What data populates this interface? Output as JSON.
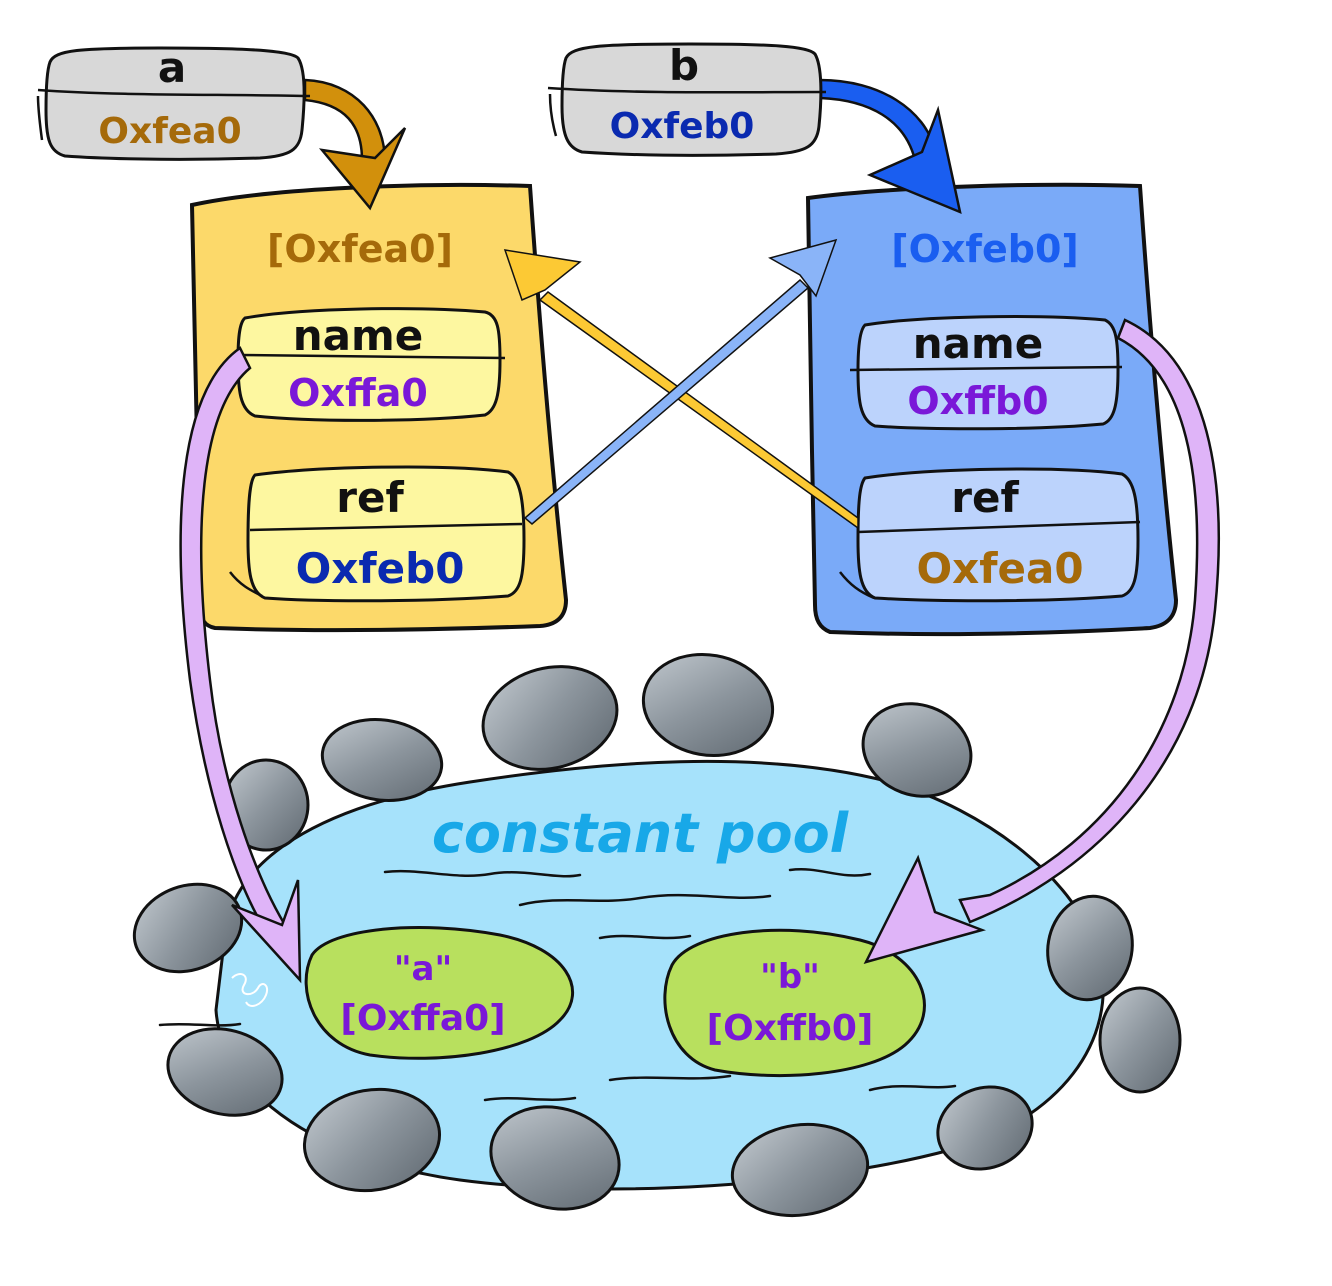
{
  "variables": [
    {
      "id": "a",
      "name": "a",
      "value": "Oxfea0"
    },
    {
      "id": "b",
      "name": "b",
      "value": "Oxfeb0"
    }
  ],
  "objects": [
    {
      "id": "obj-a",
      "address_label": "[Oxfea0]",
      "fields": [
        {
          "name": "name",
          "value": "Oxffa0"
        },
        {
          "name": "ref",
          "value": "Oxfeb0"
        }
      ]
    },
    {
      "id": "obj-b",
      "address_label": "[Oxfeb0]",
      "fields": [
        {
          "name": "name",
          "value": "Oxffb0"
        },
        {
          "name": "ref",
          "value": "Oxfea0"
        }
      ]
    }
  ],
  "pool": {
    "title": "constant pool",
    "entries": [
      {
        "literal": "\"a\"",
        "address": "[Oxffa0]"
      },
      {
        "literal": "\"b\"",
        "address": "[Oxffb0]"
      }
    ]
  },
  "colors": {
    "obj_a_fill": "#fcd96a",
    "obj_b_fill": "#7aaaf8",
    "field_a_fill": "#fdf7a0",
    "field_b_fill": "#bcd3fc",
    "brown_text": "#a56a0a",
    "dark_blue_text": "#0a2ab0",
    "purple_text": "#7a18d8",
    "pool_water": "#a6e2fb",
    "pool_title": "#18a8e8",
    "entry_fill": "#b8e05e",
    "rock": "#8a949c",
    "arrow_brown": "#d2900c",
    "arrow_blue": "#1a5ef0",
    "arrow_purple": "#dfb4f8",
    "arrow_yellow": "#fcc934",
    "arrow_light_blue": "#8ab4f8",
    "var_box": "#d8d8d8"
  }
}
